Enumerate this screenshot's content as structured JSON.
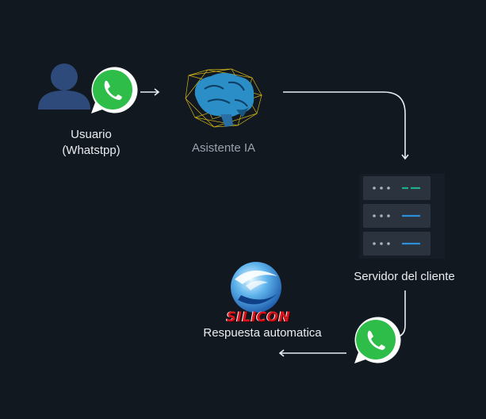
{
  "nodes": {
    "user": {
      "label_line1": "Usuario",
      "label_line2": "(Whatstpp)"
    },
    "assistant": {
      "label": "Asistente IA"
    },
    "server": {
      "label": "Servidor del cliente"
    },
    "response": {
      "label": "Respuesta automatica",
      "logo_text": "SILICON"
    }
  },
  "icons": [
    "user-icon",
    "whatsapp-icon",
    "brain-icon",
    "server-icon",
    "silicon-logo"
  ],
  "colors": {
    "background": "#111820",
    "whatsapp_green": "#2fbd4a",
    "user_blue": "#2e4a7a",
    "server_accent_green": "#1fae8a",
    "server_accent_blue": "#2e8fd8",
    "logo_red": "#d8141c"
  }
}
